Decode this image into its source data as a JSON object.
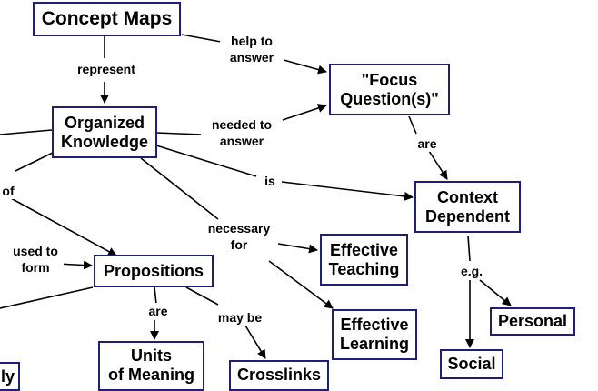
{
  "nodes": {
    "concept_maps": "Concept Maps",
    "organized_knowledge": "Organized\nKnowledge",
    "focus_questions": "\"Focus\nQuestion(s)\"",
    "context_dependent": "Context\nDependent",
    "propositions": "Propositions",
    "effective_teaching": "Effective\nTeaching",
    "effective_learning": "Effective\nLearning",
    "personal": "Personal",
    "social": "Social",
    "units_of_meaning": "Units\nof Meaning",
    "crosslinks": "Crosslinks",
    "partial_bottom_left": "ly"
  },
  "links": {
    "represent": "represent",
    "help_to_answer": "help to\nanswer",
    "needed_to_answer": "needed to\nanswer",
    "are_focus": "are",
    "is": "is",
    "of": "of",
    "used_to_form": "used to\nform",
    "necessary_for": "necessary\nfor",
    "eg": "e.g.",
    "are_prop": "are",
    "may_be": "may be"
  },
  "colors": {
    "border": "#1f1f7a",
    "line": "#000000"
  }
}
